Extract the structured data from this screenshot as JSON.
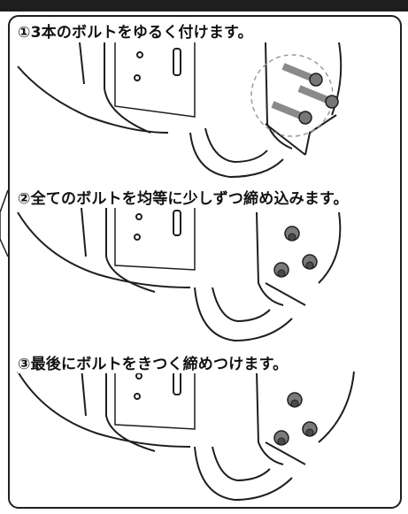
{
  "steps": [
    {
      "label": "①3本のボルトをゆるく付けます。",
      "state": "loose"
    },
    {
      "label": "②全てのボルトを均等に少しずつ締め込みます。",
      "state": "snug"
    },
    {
      "label": "③最後にボルトをきつく締めつけます。",
      "state": "tight"
    }
  ],
  "colors": {
    "line": "#1e1e1e",
    "bolt": "#8a8a8a",
    "bolt_dark": "#555555",
    "dash": "#9a9a9a"
  }
}
